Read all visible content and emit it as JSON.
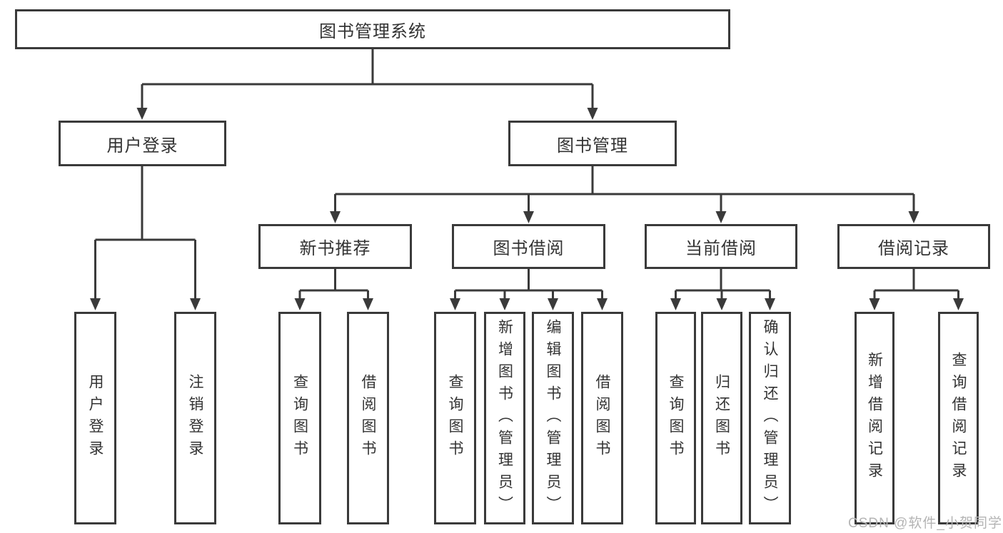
{
  "diagram": {
    "title": "图书管理系统",
    "colors": {
      "line": "#3a3a3a",
      "box_border": "#3a3a3a",
      "text": "#333333",
      "watermark": "#b4b4b4",
      "background": "#ffffff"
    },
    "nodes": {
      "root": {
        "label": "图书管理系统"
      },
      "level2": {
        "user_login": {
          "label": "用户登录"
        },
        "book_management": {
          "label": "图书管理"
        }
      },
      "level3": {
        "new_book_recommend": {
          "label": "新书推荐"
        },
        "book_borrowing": {
          "label": "图书借阅"
        },
        "current_borrowing": {
          "label": "当前借阅"
        },
        "borrowing_records": {
          "label": "借阅记录"
        }
      },
      "leaves": {
        "user_login": {
          "login": "用户登录",
          "logout": "注销登录"
        },
        "new_book_recommend": {
          "query_books": "查询图书",
          "borrow_books": "借阅图书"
        },
        "book_borrowing": {
          "query_books": "查询图书",
          "add_books": "新增图书（管理员）",
          "edit_books": "编辑图书（管理员）",
          "borrow_books": "借阅图书"
        },
        "current_borrowing": {
          "query_books": "查询图书",
          "return_books": "归还图书",
          "confirm_return": "确认归还（管理员）"
        },
        "borrowing_records": {
          "add_record": "新增借阅记录",
          "query_record": "查询借阅记录"
        }
      }
    },
    "watermark": {
      "text": "CSDN @软件_小贺同学"
    }
  }
}
